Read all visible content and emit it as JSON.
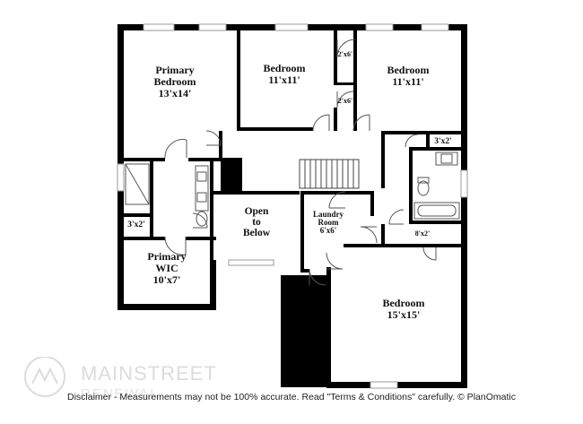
{
  "rooms": {
    "primary_bedroom": {
      "name_line1": "Primary",
      "name_line2": "Bedroom",
      "size": "13'x14'"
    },
    "bedroom_top_center": {
      "name": "Bedroom",
      "size": "11'x11'"
    },
    "bedroom_top_right": {
      "name": "Bedroom",
      "size": "11'x11'"
    },
    "open_to_below": {
      "line1": "Open",
      "line2": "to",
      "line3": "Below"
    },
    "laundry": {
      "line1": "Laundry",
      "line2": "Room",
      "size": "6'x6'"
    },
    "primary_wic": {
      "name_line1": "Primary",
      "name_line2": "WIC",
      "size": "10'x7'"
    },
    "bedroom_bottom_right": {
      "name": "Bedroom",
      "size": "15'x15'"
    }
  },
  "closets": {
    "closet_a": "2'x6'",
    "closet_b": "2'x6'",
    "closet_c": "3'x2'",
    "closet_d": "3'x2'",
    "closet_e": "8'x2'"
  },
  "watermark": {
    "brand": "MAINSTREET",
    "sub": "RENEWAL"
  },
  "disclaimer": "Disclaimer - Measurements may not be 100% accurate. Read \"Terms & Conditions\" carefully. © PlanOmatic"
}
